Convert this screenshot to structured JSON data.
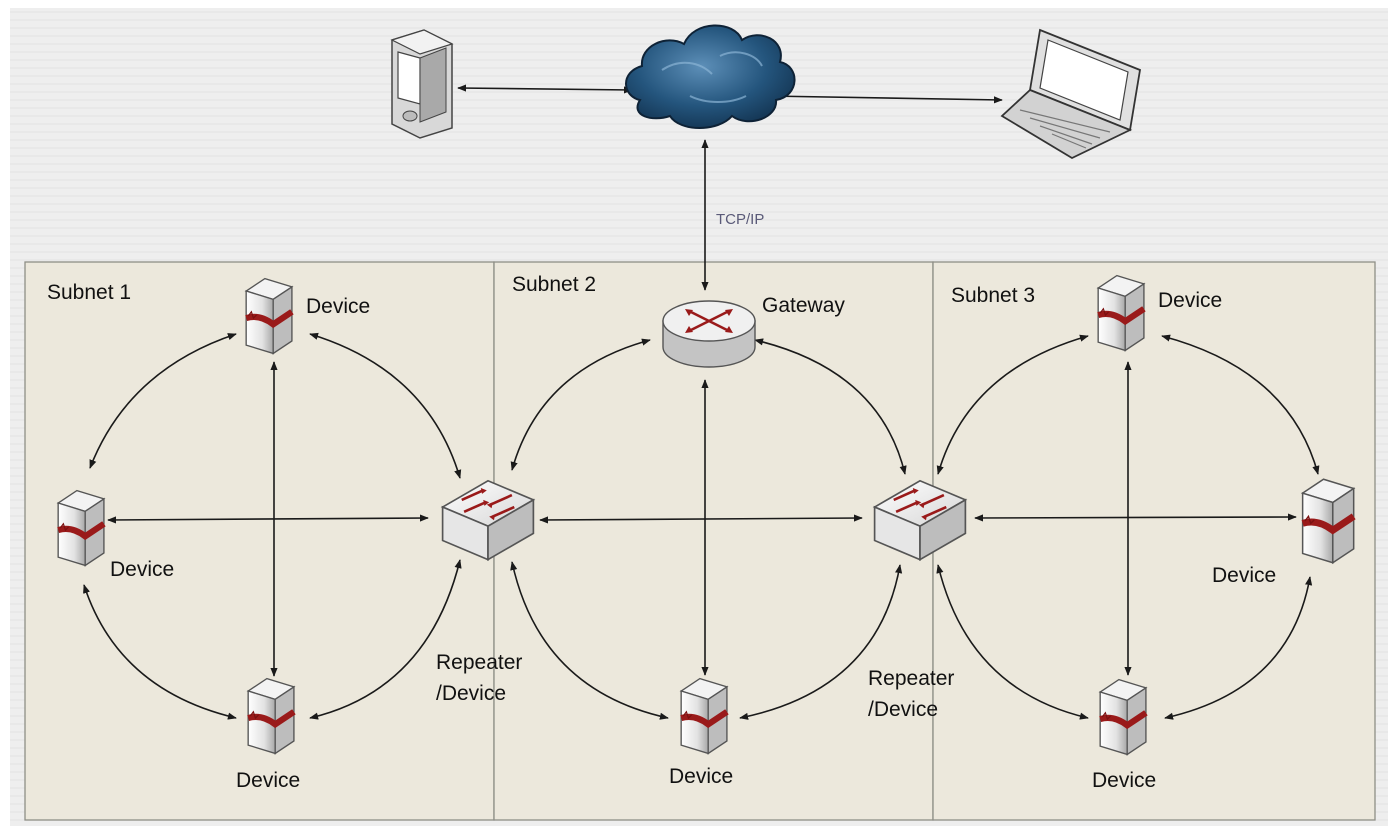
{
  "diagram": {
    "protocol_label": "TCP/IP",
    "subnets": [
      {
        "title": "Subnet 1"
      },
      {
        "title": "Subnet 2"
      },
      {
        "title": "Subnet 3"
      }
    ],
    "labels": {
      "device": "Device",
      "gateway": "Gateway",
      "repeater_line1": "Repeater",
      "repeater_line2": "/Device"
    },
    "colors": {
      "panel_fill": "#ece8dc",
      "panel_border": "#8e8e86",
      "cloud": "#1d4f75",
      "server_band": "#9a1a1a"
    },
    "icons": {
      "handheld": "pda-icon",
      "internet": "cloud-icon",
      "laptop": "laptop-icon",
      "gateway": "router-icon",
      "repeater": "switch-icon",
      "device": "server-icon"
    }
  }
}
